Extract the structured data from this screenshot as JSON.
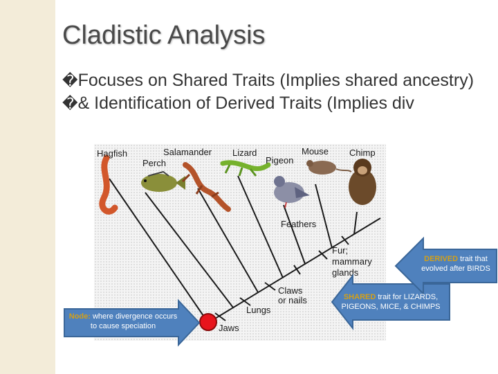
{
  "slide": {
    "title": "Cladistic Analysis",
    "bullets": [
      {
        "icon": "square-bullet-icon",
        "glyph": "�",
        "text": "Focuses on Shared Traits (Implies shared ancestry)"
      },
      {
        "icon": "square-bullet-icon",
        "glyph": "�",
        "text": "& Identification of Derived Traits (Implies div"
      }
    ]
  },
  "cladogram": {
    "taxa": [
      "Hagfish",
      "Perch",
      "Salamander",
      "Lizard",
      "Pigeon",
      "Mouse",
      "Chimp"
    ],
    "traits": [
      "Jaws",
      "Lungs",
      "Claws or nails",
      "Feathers",
      "Fur; mammary glands"
    ],
    "trait_lines": {
      "claws": [
        "Claws",
        "or nails"
      ],
      "fur": [
        "Fur;",
        "mammary",
        "glands"
      ]
    },
    "animal_icons": [
      "hagfish-icon",
      "perch-icon",
      "salamander-icon",
      "lizard-icon",
      "pigeon-icon",
      "mouse-icon",
      "chimp-icon"
    ]
  },
  "callouts": {
    "node": {
      "keyword": "Node:",
      "text": " where divergence occurs to cause speciation",
      "keyword_color": "#d4a017",
      "text_color": "#ffffff",
      "fill": "#4f81bd"
    },
    "shared": {
      "keyword": "SHARED",
      "text": " trait for LIZARDS, PIGEONS, MICE, & CHIMPS",
      "keyword_color": "#d4a017",
      "text_color": "#ffffff",
      "fill": "#4f81bd"
    },
    "derived": {
      "keyword": "DERIVED",
      "text": " trait that evolved after BIRDS",
      "keyword_color": "#d4a017",
      "text_color": "#ffffff",
      "fill": "#4f81bd"
    }
  },
  "colors": {
    "node_dot": "#e8141c",
    "lines": "#1a1a1a"
  }
}
